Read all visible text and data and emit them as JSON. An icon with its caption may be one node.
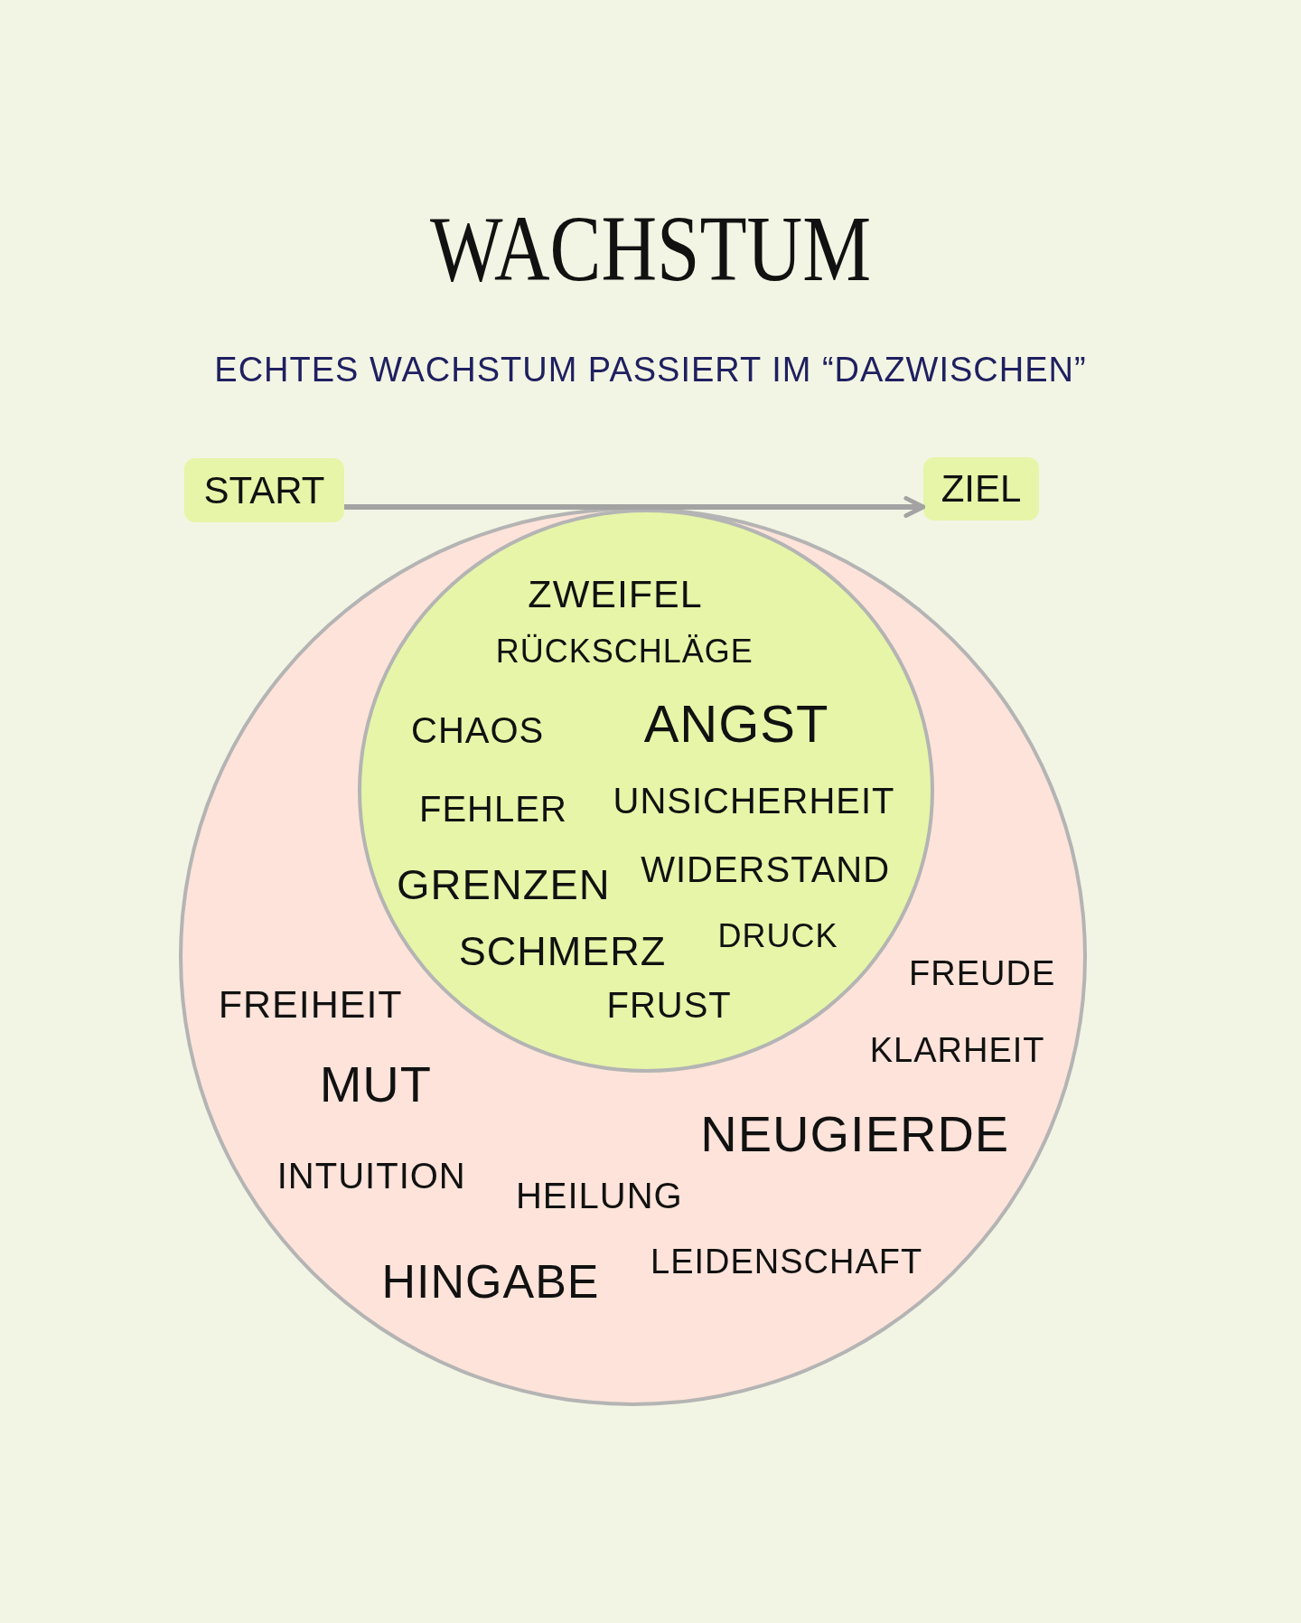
{
  "diagram": {
    "title": "WACHSTUM",
    "nodes": [
      {
        "text": [
          "START"
        ]
      },
      {
        "text": [
          "ZIEL"
        ]
      },
      {
        "text": [
          "FREUDE",
          "FREIHEIT",
          "KLARHEIT",
          "MUT",
          "NEUGIERDE",
          "INTUITION",
          "HEILUNG",
          "LEIDENSCHAFT",
          "HINGABE"
        ]
      },
      {
        "text": [
          "ZWEIFEL",
          "RÜCKSCHLÄGE",
          "CHAOS",
          "ANGST",
          "FEHLER",
          "UNSICHERHEIT",
          "GRENZEN",
          "WIDERSTAND",
          "SCHMERZ",
          "DRUCK",
          "FRUST"
        ],
        "in": 2
      }
    ],
    "edges": [
      {
        "from": 0,
        "to": 1,
        "arrow": "to"
      }
    ],
    "labels": [
      "ECHTES WACHSTUM PASSIERT IM “DAZWISCHEN”"
    ]
  }
}
